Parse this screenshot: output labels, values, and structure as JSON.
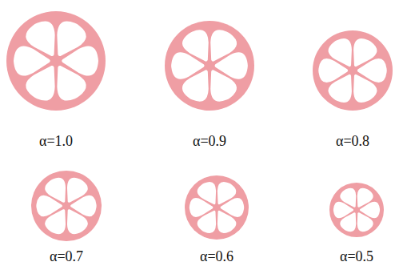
{
  "diagram": {
    "labels": [
      "α=1.0",
      "α=0.9",
      "α=0.8",
      "α=0.7",
      "α=0.6",
      "α=0.5"
    ]
  }
}
